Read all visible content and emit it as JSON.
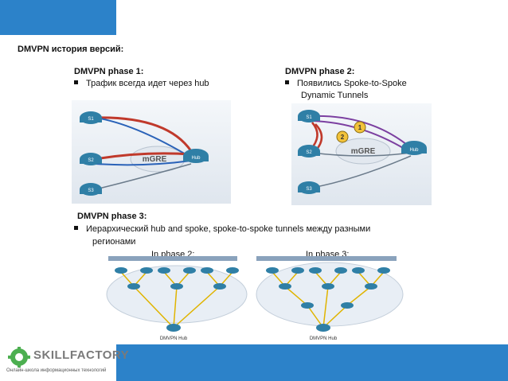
{
  "slide": {
    "title": "DMVPN история версий:"
  },
  "phase1": {
    "title": "DMVPN phase 1:",
    "bullet": "Трафик всегда идет через hub",
    "diagram": {
      "spokes": [
        "S1",
        "S2",
        "S3"
      ],
      "cloud": "mGRE",
      "hub": "Hub"
    }
  },
  "phase2": {
    "title": "DMVPN phase 2:",
    "bullet_line1": "Появились Spoke-to-Spoke",
    "bullet_line2": "Dynamic Tunnels",
    "diagram": {
      "spokes": [
        "S1",
        "S2",
        "S3"
      ],
      "cloud": "mGRE",
      "hub": "Hub",
      "steps": [
        "1",
        "2"
      ]
    }
  },
  "phase3": {
    "title": "DMVPN phase 3:",
    "bullet_line1": "Иерархический hub and spoke, spoke-to-spoke tunnels между разными",
    "bullet_line2": "регионами",
    "label_left": "In phase 2:",
    "label_right": "In phase 3:",
    "hub_left": "DMVPN Hub",
    "hub_right": "DMVPN Hub"
  },
  "logo": {
    "name": "SKILLFACTORY",
    "tagline": "Онлайн-школа информационных технологий"
  },
  "colors": {
    "accent": "#2c82c9",
    "router": "#2f7fa6",
    "tunnel_red": "#c0392b",
    "tunnel_blue": "#2a62b8",
    "tunnel_purple": "#7b3fa0",
    "cloud": "#e8eef5"
  }
}
